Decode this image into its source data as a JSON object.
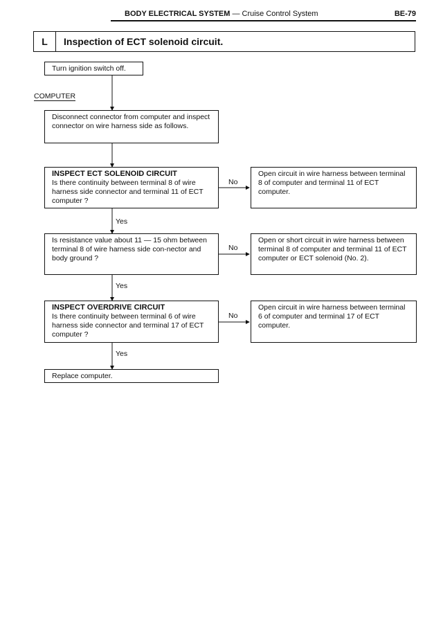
{
  "header": {
    "system": "BODY ELECTRICAL SYSTEM",
    "sep": " — ",
    "subsystem": "Cruise Control System",
    "page": "BE-79"
  },
  "section": {
    "letter": "L",
    "title": "Inspection of ECT solenoid circuit."
  },
  "flow": {
    "step1": "Turn ignition switch off.",
    "computer_label": "COMPUTER",
    "step2": "Disconnect connector from computer and inspect connector on wire harness side as follows.",
    "check1": {
      "heading": "INSPECT ECT SOLENOID CIRCUIT",
      "text": "Is there continuity between terminal 8 of wire harness side connector and terminal 11 of ECT computer ?",
      "no_label": "No",
      "no_result": "Open circuit in wire harness between terminal 8 of computer and terminal 11 of ECT computer.",
      "yes_label": "Yes"
    },
    "check2": {
      "text": "Is resistance value about 11 — 15 ohm between terminal 8 of wire harness side con-nector and body ground ?",
      "no_label": "No",
      "no_result": "Open or short circuit in wire harness between terminal 8 of computer and terminal 11 of ECT computer or ECT solenoid (No. 2).",
      "yes_label": "Yes"
    },
    "check3": {
      "heading": "INSPECT OVERDRIVE CIRCUIT",
      "text": "Is there continuity between terminal 6 of wire harness side connector and terminal 17 of ECT computer ?",
      "no_label": "No",
      "no_result": "Open circuit in wire harness between terminal 6 of computer and terminal 17 of ECT computer.",
      "yes_label": "Yes"
    },
    "final": "Replace computer."
  }
}
